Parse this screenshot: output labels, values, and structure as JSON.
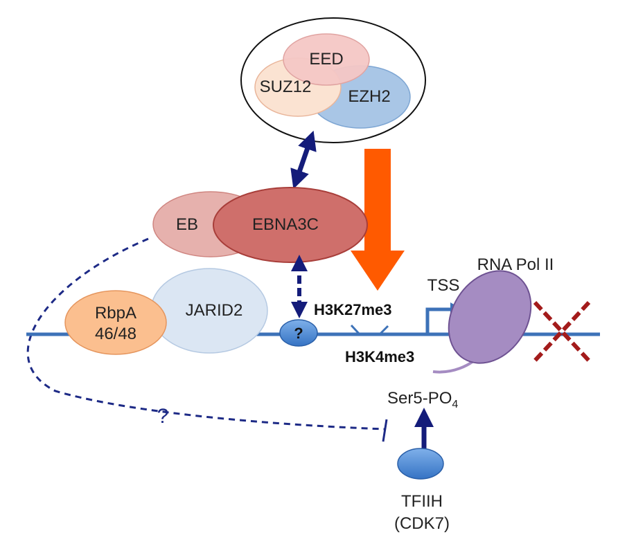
{
  "prc2": {
    "eed": "EED",
    "suz12": "SUZ12",
    "ezh2": "EZH2"
  },
  "ebna3": {
    "eb_partial": "EB",
    "ebna3c": "EBNA3C"
  },
  "jarid2": "JARID2",
  "rbpj": {
    "line1": "RbpA",
    "line2": "46/48"
  },
  "unknown_factor": "?",
  "marks": {
    "h3k27me3": "H3K27me3",
    "h3k4me3": "H3K4me3"
  },
  "tss": "TSS",
  "rna_pol": "RNA Pol II",
  "ser5": {
    "base": "Ser5-PO",
    "subscript": "4"
  },
  "tfiih": {
    "line1": "TFIIH",
    "line2": "(CDK7)"
  },
  "inhibition_question": "?",
  "colors": {
    "dna_line": "#3d72b8",
    "navy_arrow": "#141c7a",
    "orange_arrow": "#ff5a00",
    "red_cross": "#a31b1b",
    "ebna3c_fill": "#cd6e6a",
    "eb_fill": "#e2a4a0",
    "jarid2_fill": "#dbe6f3",
    "rbpj_fill": "#fbbf8f",
    "pol_fill": "#a58cc2",
    "ezh2_fill": "#9fbde0",
    "suz12_fill": "#fbe2cf",
    "eed_fill": "#f2c1c1",
    "factor_fill": "#4e8fd6"
  }
}
